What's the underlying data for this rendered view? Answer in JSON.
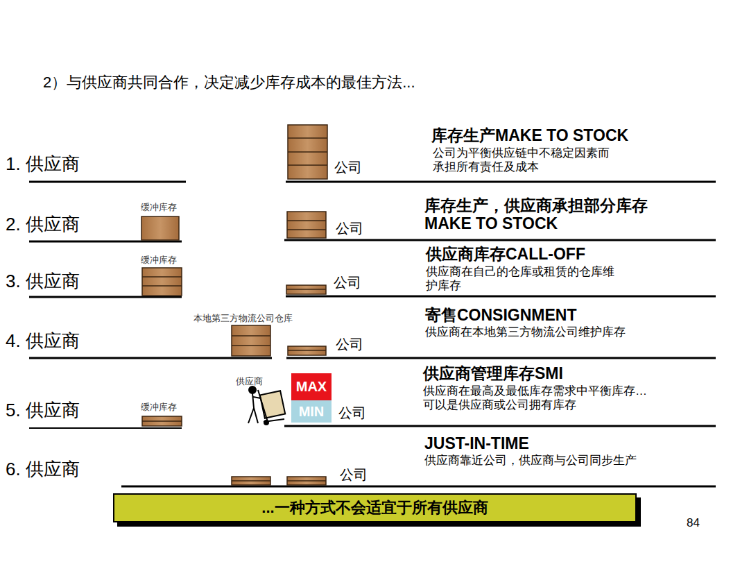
{
  "diagram": {
    "title": "2）与供应商共同合作，决定减少库存成本的最佳方法...",
    "nodes": [
      {
        "text": [
          "MAX"
        ]
      },
      {
        "text": [
          "MIN"
        ]
      },
      {
        "text": [
          "...一种方式不会适宜于所有供应商"
        ]
      }
    ],
    "labels": [
      "1. 供应商",
      "公司",
      "库存生产MAKE TO STOCK",
      "公司为平衡供应链中不稳定因素而 承担所有责任及成本",
      "缓冲库存",
      "2. 供应商",
      "公司",
      "库存生产，供应商承担部分库存 MAKE TO STOCK",
      "缓冲库存",
      "3. 供应商",
      "公司",
      "供应商库存CALL-OFF",
      "供应商在自己的仓库或租赁的仓库维 护库存",
      "本地第三方物流公司仓库",
      "4. 供应商",
      "公司",
      "寄售CONSIGNMENT",
      "供应商在本地第三方物流公司维护库存",
      "供应商",
      "5. 供应商",
      "缓冲库存",
      "公司",
      "供应商管理库存SMI",
      "供应商在最高及最低库存需求中平衡库存… 可以是供应商或公司拥有库存",
      "JUST-IN-TIME",
      "供应商靠近公司，供应商与公司同步生产",
      "6. 供应商",
      "公司",
      "84"
    ]
  }
}
